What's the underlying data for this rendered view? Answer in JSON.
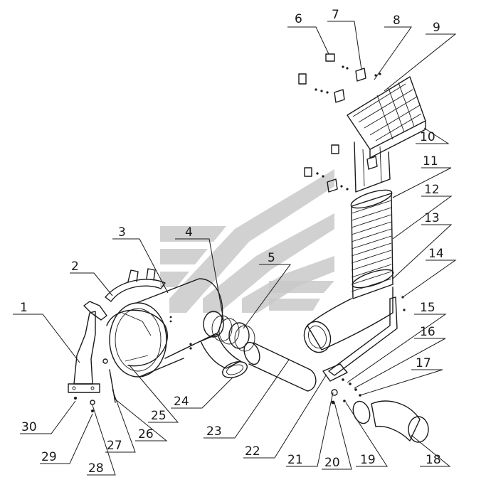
{
  "diagram": {
    "callouts": [
      {
        "label": "1"
      },
      {
        "label": "2"
      },
      {
        "label": "3"
      },
      {
        "label": "4"
      },
      {
        "label": "5"
      },
      {
        "label": "6"
      },
      {
        "label": "7"
      },
      {
        "label": "8"
      },
      {
        "label": "9"
      },
      {
        "label": "10"
      },
      {
        "label": "11"
      },
      {
        "label": "12"
      },
      {
        "label": "13"
      },
      {
        "label": "14"
      },
      {
        "label": "15"
      },
      {
        "label": "16"
      },
      {
        "label": "17"
      },
      {
        "label": "18"
      },
      {
        "label": "19"
      },
      {
        "label": "20"
      },
      {
        "label": "21"
      },
      {
        "label": "22"
      },
      {
        "label": "23"
      },
      {
        "label": "24"
      },
      {
        "label": "25"
      },
      {
        "label": "26"
      },
      {
        "label": "27"
      },
      {
        "label": "28"
      },
      {
        "label": "29"
      },
      {
        "label": "30"
      }
    ],
    "colors": {
      "line": "#1a1a1a",
      "watermark": "#c9c9c9",
      "background": "#ffffff"
    }
  }
}
